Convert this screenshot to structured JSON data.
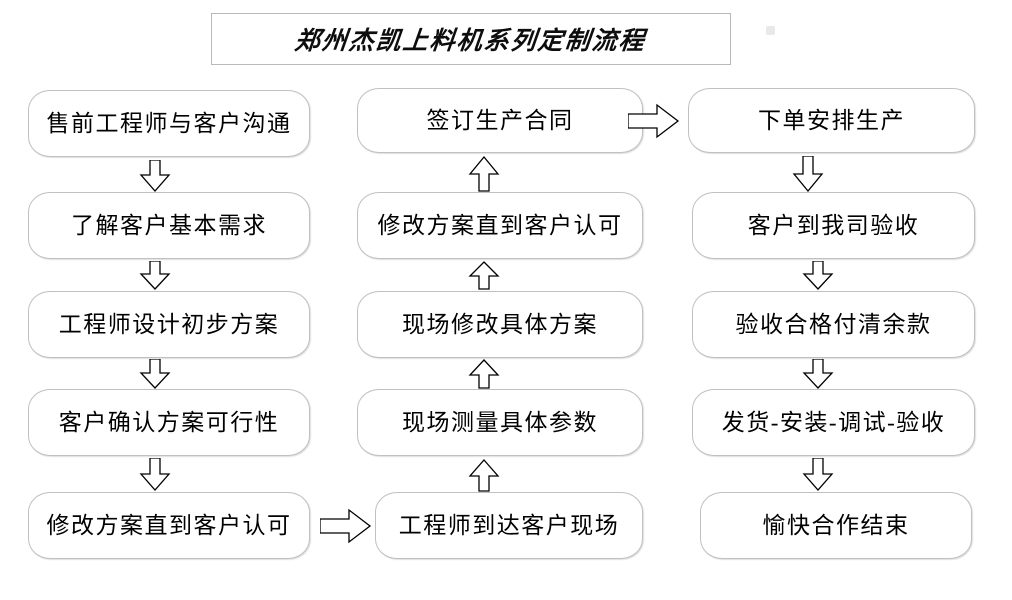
{
  "title": {
    "text": "郑州杰凯上料机系列定制流程"
  },
  "colors": {
    "page_background": "#ffffff",
    "box_border": "#c0c0c0",
    "title_border": "#b9b9b9",
    "text": "#000000",
    "arrow_stroke": "#000000",
    "arrow_fill": "#ffffff"
  },
  "columns": [
    {
      "name": "pre-sales-column",
      "flow_direction": "down",
      "nodes": [
        {
          "id": "c1n1",
          "label": "售前工程师与客户沟通"
        },
        {
          "id": "c1n2",
          "label": "了解客户基本需求"
        },
        {
          "id": "c1n3",
          "label": "工程师设计初步方案"
        },
        {
          "id": "c1n4",
          "label": "客户确认方案可行性"
        },
        {
          "id": "c1n5",
          "label": "修改方案直到客户认可"
        }
      ]
    },
    {
      "name": "on-site-column",
      "flow_direction": "up",
      "nodes": [
        {
          "id": "c2n1",
          "label": "签订生产合同"
        },
        {
          "id": "c2n2",
          "label": "修改方案直到客户认可"
        },
        {
          "id": "c2n3",
          "label": "现场修改具体方案"
        },
        {
          "id": "c2n4",
          "label": "现场测量具体参数"
        },
        {
          "id": "c2n5",
          "label": "工程师到达客户现场"
        }
      ]
    },
    {
      "name": "production-column",
      "flow_direction": "down",
      "nodes": [
        {
          "id": "c3n1",
          "label": "下单安排生产"
        },
        {
          "id": "c3n2",
          "label": "客户到我司验收"
        },
        {
          "id": "c3n3",
          "label": "验收合格付清余款"
        },
        {
          "id": "c3n4",
          "label": "发货-安装-调试-验收"
        },
        {
          "id": "c3n5",
          "label": "愉快合作结束"
        }
      ]
    }
  ],
  "connectors": [
    {
      "id": "a1",
      "name": "arrow-down-c1-1-to-2",
      "direction": "down"
    },
    {
      "id": "a2",
      "name": "arrow-down-c1-2-to-3",
      "direction": "down"
    },
    {
      "id": "a3",
      "name": "arrow-down-c1-3-to-4",
      "direction": "down"
    },
    {
      "id": "a4",
      "name": "arrow-down-c1-4-to-5",
      "direction": "down"
    },
    {
      "id": "a5",
      "name": "arrow-right-c1-5-to-c2-5",
      "direction": "right"
    },
    {
      "id": "a6",
      "name": "arrow-up-c2-5-to-4",
      "direction": "up"
    },
    {
      "id": "a7",
      "name": "arrow-up-c2-4-to-3",
      "direction": "up"
    },
    {
      "id": "a8",
      "name": "arrow-up-c2-3-to-2",
      "direction": "up"
    },
    {
      "id": "a9",
      "name": "arrow-up-c2-2-to-1",
      "direction": "up"
    },
    {
      "id": "a10",
      "name": "arrow-right-c2-1-to-c3-1",
      "direction": "right"
    },
    {
      "id": "a11",
      "name": "arrow-down-c3-1-to-2",
      "direction": "down"
    },
    {
      "id": "a12",
      "name": "arrow-down-c3-2-to-3",
      "direction": "down"
    },
    {
      "id": "a13",
      "name": "arrow-down-c3-3-to-4",
      "direction": "down"
    },
    {
      "id": "a14",
      "name": "arrow-down-c3-4-to-5",
      "direction": "down"
    }
  ]
}
